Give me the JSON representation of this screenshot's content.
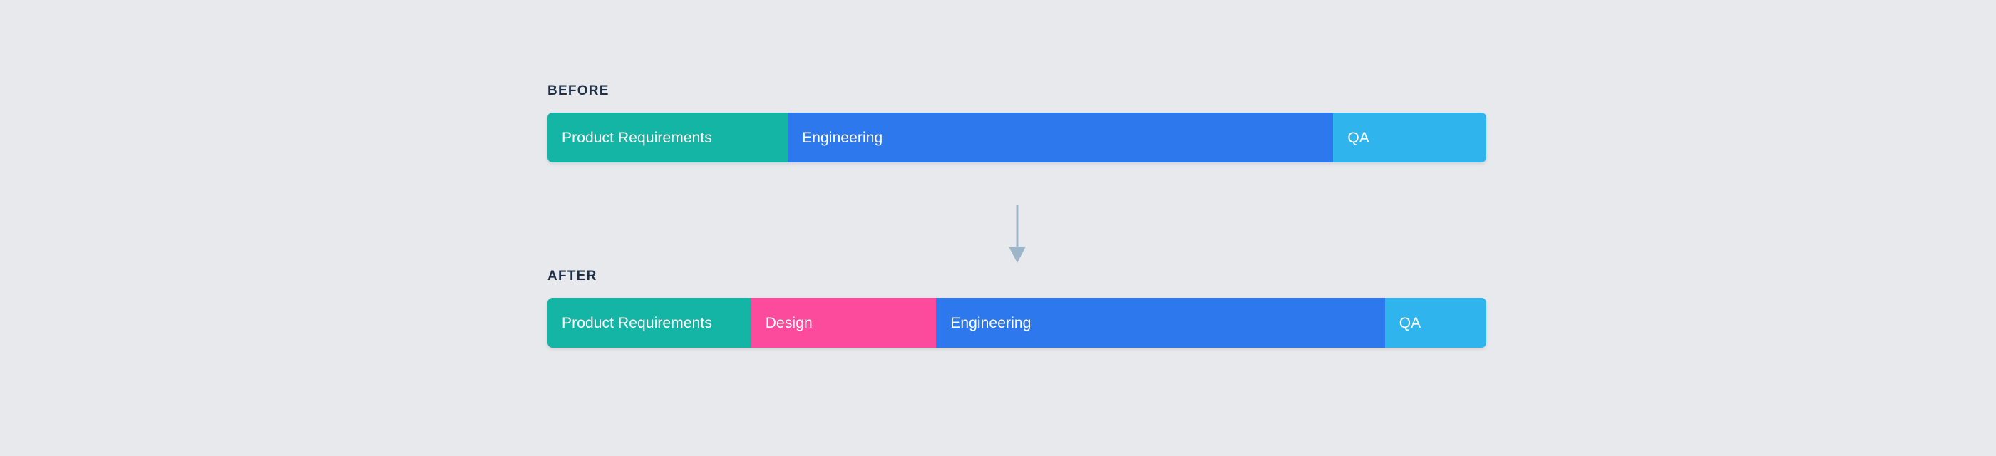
{
  "background_color": "#e8e9ed",
  "arrow": {
    "name": "downward-flow-arrow",
    "color": "#9eb5c8",
    "direction": "down"
  },
  "palette": {
    "teal": "#15b5a6",
    "blue": "#2d78ed",
    "light_blue": "#2fb4ed",
    "pink": "#fc4b9c",
    "label_text": "#1f3046",
    "segment_text": "#ffffff"
  },
  "chart_data": {
    "type": "bar",
    "orientation": "horizontal-stacked",
    "title": "",
    "xlabel": "",
    "ylabel": "",
    "categories": [
      "BEFORE",
      "AFTER"
    ],
    "series": [
      {
        "name": "Product Requirements",
        "color": "#15b5a6",
        "values": [
          25.6,
          21.7
        ]
      },
      {
        "name": "Design",
        "color": "#fc4b9c",
        "values": [
          0,
          19.7
        ]
      },
      {
        "name": "Engineering",
        "color": "#2d78ed",
        "values": [
          58.1,
          47.8
        ]
      },
      {
        "name": "QA",
        "color": "#2fb4ed",
        "values": [
          16.3,
          10.8
        ]
      }
    ],
    "unit": "percent of timeline",
    "xlim": [
      0,
      100
    ],
    "grid": false,
    "legend": "none (inline segment labels)"
  },
  "rows": [
    {
      "label": "BEFORE",
      "name": "before",
      "segments": [
        {
          "label": "Product Requirements",
          "name": "product-requirements",
          "color": "#15b5a6",
          "width_pct": 25.6
        },
        {
          "label": "Engineering",
          "name": "engineering",
          "color": "#2d78ed",
          "width_pct": 58.1
        },
        {
          "label": "QA",
          "name": "qa",
          "color": "#2fb4ed",
          "width_pct": 16.3
        }
      ]
    },
    {
      "label": "AFTER",
      "name": "after",
      "segments": [
        {
          "label": "Product Requirements",
          "name": "product-requirements",
          "color": "#15b5a6",
          "width_pct": 21.7
        },
        {
          "label": "Design",
          "name": "design",
          "color": "#fc4b9c",
          "width_pct": 19.7
        },
        {
          "label": "Engineering",
          "name": "engineering",
          "color": "#2d78ed",
          "width_pct": 47.8
        },
        {
          "label": "QA",
          "name": "qa",
          "color": "#2fb4ed",
          "width_pct": 10.8
        }
      ]
    }
  ]
}
